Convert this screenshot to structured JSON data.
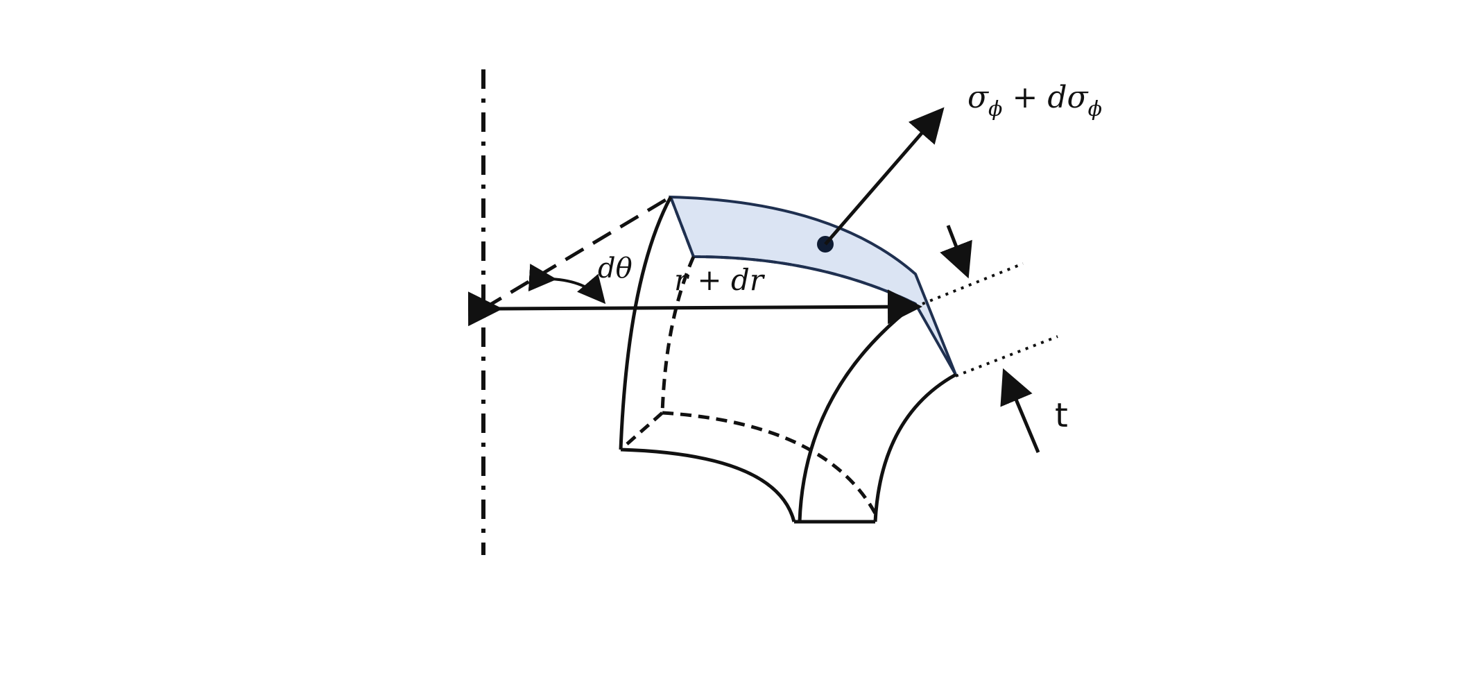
{
  "labels": {
    "stress": "σ",
    "stress_sub": "ϕ",
    "stress_plus": "+ dσ",
    "stress_plus_sub": "ϕ",
    "angle": "dθ",
    "radius": "r + dr",
    "thickness": "t"
  },
  "colors": {
    "stroke": "#111111",
    "face_fill": "#dbe4f3",
    "face_stroke": "#1f3050"
  }
}
